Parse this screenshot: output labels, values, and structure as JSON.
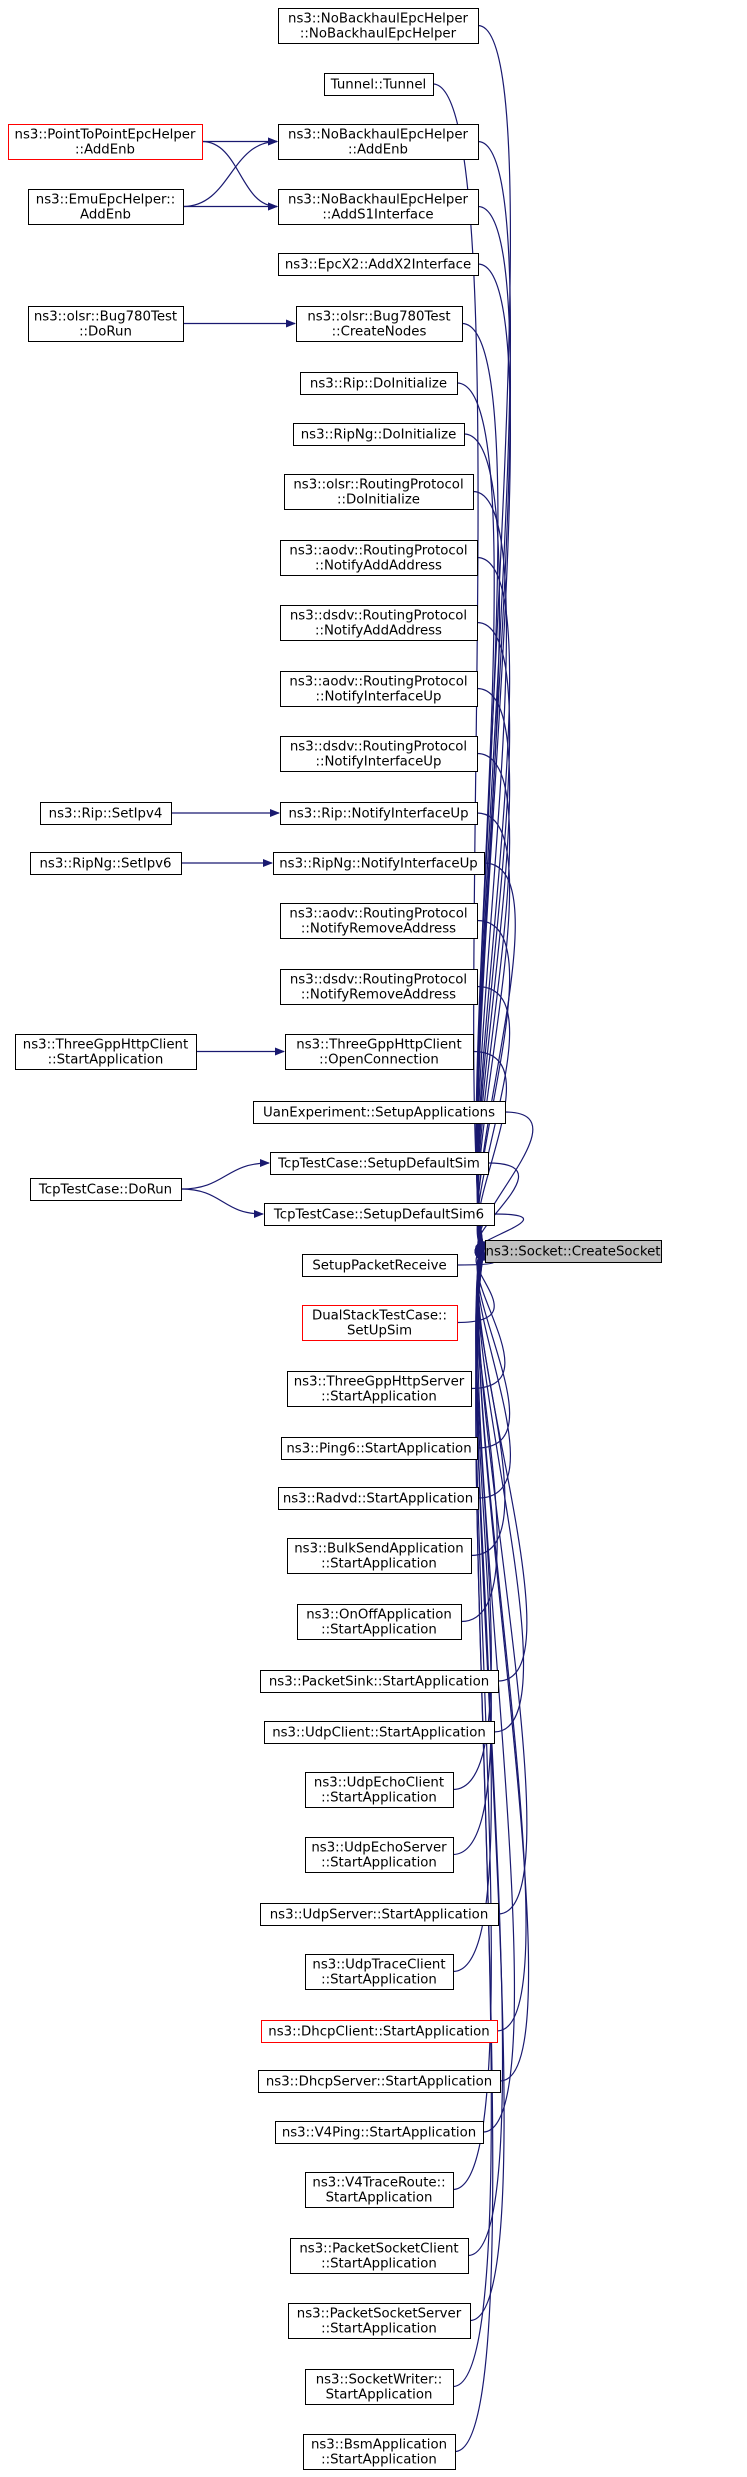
{
  "colors": {
    "edge": "#191970",
    "box_stroke": "#000000",
    "box_stroke_red": "#ff0000",
    "target_fill": "#bfbfbf",
    "box_fill": "#ffffff"
  },
  "target": {
    "id": "target",
    "lines": [
      "ns3::Socket::CreateSocket"
    ]
  },
  "nodes": [
    {
      "id": "nbh_ctor",
      "lines": [
        "ns3::NoBackhaulEpcHelper",
        "::NoBackhaulEpcHelper"
      ]
    },
    {
      "id": "tunnel",
      "lines": [
        "Tunnel::Tunnel"
      ]
    },
    {
      "id": "nbh_addenb",
      "lines": [
        "ns3::NoBackhaulEpcHelper",
        "::AddEnb"
      ]
    },
    {
      "id": "nbh_adds1",
      "lines": [
        "ns3::NoBackhaulEpcHelper",
        "::AddS1Interface"
      ]
    },
    {
      "id": "epcx2",
      "lines": [
        "ns3::EpcX2::AddX2Interface"
      ]
    },
    {
      "id": "bug780_create",
      "lines": [
        "ns3::olsr::Bug780Test",
        "::CreateNodes"
      ]
    },
    {
      "id": "rip_doinit",
      "lines": [
        "ns3::Rip::DoInitialize"
      ]
    },
    {
      "id": "ripng_doinit",
      "lines": [
        "ns3::RipNg::DoInitialize"
      ]
    },
    {
      "id": "olsr_doinit",
      "lines": [
        "ns3::olsr::RoutingProtocol",
        "::DoInitialize"
      ]
    },
    {
      "id": "aodv_addaddr",
      "lines": [
        "ns3::aodv::RoutingProtocol",
        "::NotifyAddAddress"
      ]
    },
    {
      "id": "dsdv_addaddr",
      "lines": [
        "ns3::dsdv::RoutingProtocol",
        "::NotifyAddAddress"
      ]
    },
    {
      "id": "aodv_ifup",
      "lines": [
        "ns3::aodv::RoutingProtocol",
        "::NotifyInterfaceUp"
      ]
    },
    {
      "id": "dsdv_ifup",
      "lines": [
        "ns3::dsdv::RoutingProtocol",
        "::NotifyInterfaceUp"
      ]
    },
    {
      "id": "rip_ifup",
      "lines": [
        "ns3::Rip::NotifyInterfaceUp"
      ]
    },
    {
      "id": "ripng_ifup",
      "lines": [
        "ns3::RipNg::NotifyInterfaceUp"
      ]
    },
    {
      "id": "aodv_rmaddr",
      "lines": [
        "ns3::aodv::RoutingProtocol",
        "::NotifyRemoveAddress"
      ]
    },
    {
      "id": "dsdv_rmaddr",
      "lines": [
        "ns3::dsdv::RoutingProtocol",
        "::NotifyRemoveAddress"
      ]
    },
    {
      "id": "http_openconn",
      "lines": [
        "ns3::ThreeGppHttpClient",
        "::OpenConnection"
      ]
    },
    {
      "id": "uan_setup",
      "lines": [
        "UanExperiment::SetupApplications"
      ]
    },
    {
      "id": "tcp_setupsim",
      "lines": [
        "TcpTestCase::SetupDefaultSim"
      ]
    },
    {
      "id": "tcp_setupsim6",
      "lines": [
        "TcpTestCase::SetupDefaultSim6"
      ]
    },
    {
      "id": "setup_packet_receive",
      "lines": [
        "SetupPacketReceive"
      ]
    },
    {
      "id": "dualstack",
      "lines": [
        "DualStackTestCase::",
        "SetUpSim"
      ],
      "red": true
    },
    {
      "id": "http_server_start",
      "lines": [
        "ns3::ThreeGppHttpServer",
        "::StartApplication"
      ]
    },
    {
      "id": "ping6_start",
      "lines": [
        "ns3::Ping6::StartApplication"
      ]
    },
    {
      "id": "radvd_start",
      "lines": [
        "ns3::Radvd::StartApplication"
      ]
    },
    {
      "id": "bulksend_start",
      "lines": [
        "ns3::BulkSendApplication",
        "::StartApplication"
      ]
    },
    {
      "id": "onoff_start",
      "lines": [
        "ns3::OnOffApplication",
        "::StartApplication"
      ]
    },
    {
      "id": "packetsink_start",
      "lines": [
        "ns3::PacketSink::StartApplication"
      ]
    },
    {
      "id": "udpclient_start",
      "lines": [
        "ns3::UdpClient::StartApplication"
      ]
    },
    {
      "id": "udpechoclient_start",
      "lines": [
        "ns3::UdpEchoClient",
        "::StartApplication"
      ]
    },
    {
      "id": "udpechoserver_start",
      "lines": [
        "ns3::UdpEchoServer",
        "::StartApplication"
      ]
    },
    {
      "id": "udpserver_start",
      "lines": [
        "ns3::UdpServer::StartApplication"
      ]
    },
    {
      "id": "udptrace_start",
      "lines": [
        "ns3::UdpTraceClient",
        "::StartApplication"
      ]
    },
    {
      "id": "dhcpclient_start",
      "lines": [
        "ns3::DhcpClient::StartApplication"
      ],
      "red": true
    },
    {
      "id": "dhcpserver_start",
      "lines": [
        "ns3::DhcpServer::StartApplication"
      ]
    },
    {
      "id": "v4ping_start",
      "lines": [
        "ns3::V4Ping::StartApplication"
      ]
    },
    {
      "id": "v4trace_start",
      "lines": [
        "ns3::V4TraceRoute::",
        "StartApplication"
      ]
    },
    {
      "id": "pktsockclient_start",
      "lines": [
        "ns3::PacketSocketClient",
        "::StartApplication"
      ]
    },
    {
      "id": "pktsockserver_start",
      "lines": [
        "ns3::PacketSocketServer",
        "::StartApplication"
      ]
    },
    {
      "id": "sockwriter_start",
      "lines": [
        "ns3::SocketWriter::",
        "StartApplication"
      ]
    },
    {
      "id": "bsm_start",
      "lines": [
        "ns3::BsmApplication",
        "::StartApplication"
      ]
    },
    {
      "id": "p2p_addenb",
      "lines": [
        "ns3::PointToPointEpcHelper",
        "::AddEnb"
      ],
      "red": true
    },
    {
      "id": "emu_addenb",
      "lines": [
        "ns3::EmuEpcHelper::",
        "AddEnb"
      ]
    },
    {
      "id": "bug780_dorun",
      "lines": [
        "ns3::olsr::Bug780Test",
        "::DoRun"
      ]
    },
    {
      "id": "rip_setipv4",
      "lines": [
        "ns3::Rip::SetIpv4"
      ]
    },
    {
      "id": "ripng_setipv6",
      "lines": [
        "ns3::RipNg::SetIpv6"
      ]
    },
    {
      "id": "http_client_start",
      "lines": [
        "ns3::ThreeGppHttpClient",
        "::StartApplication"
      ]
    },
    {
      "id": "tcp_dorun",
      "lines": [
        "TcpTestCase::DoRun"
      ]
    }
  ],
  "edges": [
    [
      "nbh_ctor",
      "target"
    ],
    [
      "tunnel",
      "target"
    ],
    [
      "nbh_addenb",
      "target"
    ],
    [
      "nbh_adds1",
      "target"
    ],
    [
      "epcx2",
      "target"
    ],
    [
      "bug780_create",
      "target"
    ],
    [
      "rip_doinit",
      "target"
    ],
    [
      "ripng_doinit",
      "target"
    ],
    [
      "olsr_doinit",
      "target"
    ],
    [
      "aodv_addaddr",
      "target"
    ],
    [
      "dsdv_addaddr",
      "target"
    ],
    [
      "aodv_ifup",
      "target"
    ],
    [
      "dsdv_ifup",
      "target"
    ],
    [
      "rip_ifup",
      "target"
    ],
    [
      "ripng_ifup",
      "target"
    ],
    [
      "aodv_rmaddr",
      "target"
    ],
    [
      "dsdv_rmaddr",
      "target"
    ],
    [
      "http_openconn",
      "target"
    ],
    [
      "uan_setup",
      "target"
    ],
    [
      "tcp_setupsim",
      "target"
    ],
    [
      "tcp_setupsim6",
      "target"
    ],
    [
      "setup_packet_receive",
      "target"
    ],
    [
      "dualstack",
      "target"
    ],
    [
      "http_server_start",
      "target"
    ],
    [
      "ping6_start",
      "target"
    ],
    [
      "radvd_start",
      "target"
    ],
    [
      "bulksend_start",
      "target"
    ],
    [
      "onoff_start",
      "target"
    ],
    [
      "packetsink_start",
      "target"
    ],
    [
      "udpclient_start",
      "target"
    ],
    [
      "udpechoclient_start",
      "target"
    ],
    [
      "udpechoserver_start",
      "target"
    ],
    [
      "udpserver_start",
      "target"
    ],
    [
      "udptrace_start",
      "target"
    ],
    [
      "dhcpclient_start",
      "target"
    ],
    [
      "dhcpserver_start",
      "target"
    ],
    [
      "v4ping_start",
      "target"
    ],
    [
      "v4trace_start",
      "target"
    ],
    [
      "pktsockclient_start",
      "target"
    ],
    [
      "pktsockserver_start",
      "target"
    ],
    [
      "sockwriter_start",
      "target"
    ],
    [
      "bsm_start",
      "target"
    ],
    [
      "p2p_addenb",
      "nbh_addenb"
    ],
    [
      "p2p_addenb",
      "nbh_adds1"
    ],
    [
      "emu_addenb",
      "nbh_addenb"
    ],
    [
      "emu_addenb",
      "nbh_adds1"
    ],
    [
      "bug780_dorun",
      "bug780_create"
    ],
    [
      "rip_setipv4",
      "rip_ifup"
    ],
    [
      "ripng_setipv6",
      "ripng_ifup"
    ],
    [
      "http_client_start",
      "http_openconn"
    ],
    [
      "tcp_dorun",
      "tcp_setupsim"
    ],
    [
      "tcp_dorun",
      "tcp_setupsim6"
    ]
  ]
}
